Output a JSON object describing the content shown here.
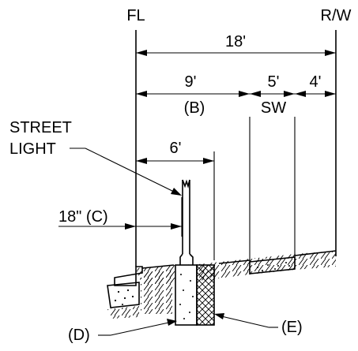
{
  "labels": {
    "fl": "FL",
    "rw": "R/W",
    "dim_total": "18'",
    "dim_9": "9'",
    "dim_5": "5'",
    "dim_4": "4'",
    "b": "(B)",
    "sw": "SW",
    "street": "STREET",
    "light": "LIGHT",
    "dim_6": "6'",
    "dim_18in": "18\" (C)",
    "d": "(D)",
    "e": "(E)"
  }
}
